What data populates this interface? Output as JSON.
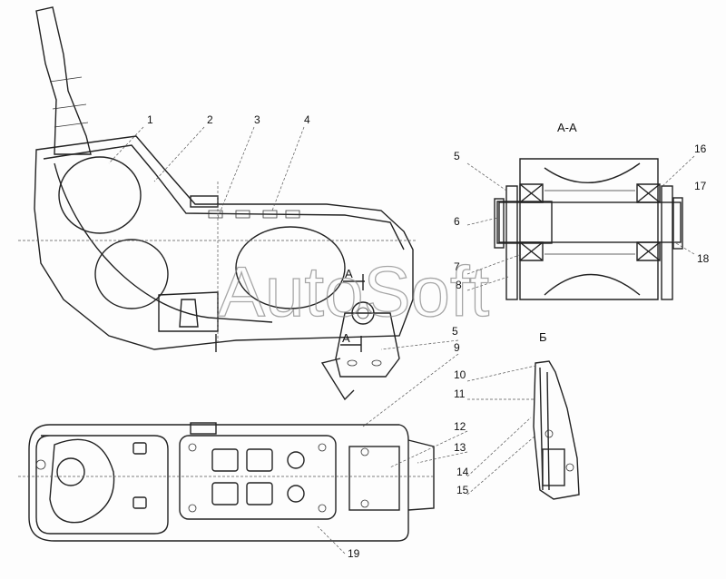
{
  "watermark": "AutoSoft",
  "section_titles": {
    "section_aa": "А-А",
    "view_b": "Б",
    "marker_a1": "А",
    "marker_a2": "А"
  },
  "callouts": [
    "1",
    "2",
    "3",
    "4",
    "5",
    "16",
    "17",
    "6",
    "18",
    "7",
    "8",
    "5",
    "9",
    "10",
    "11",
    "12",
    "13",
    "14",
    "15",
    "19"
  ]
}
